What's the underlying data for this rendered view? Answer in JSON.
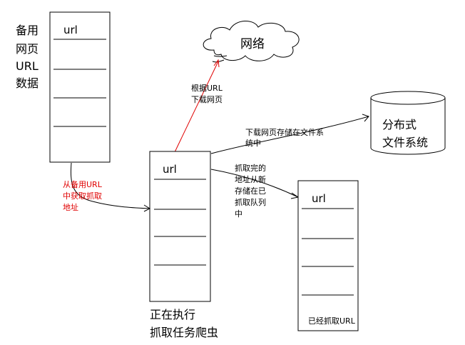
{
  "labels": {
    "backup_urls": [
      "备用",
      "网页",
      "URL",
      "数据"
    ],
    "queue_cell": "url",
    "network": "网络",
    "download_by_url": [
      "根据URL",
      "下载网页"
    ],
    "store_page": [
      "下载网页存储在文件系",
      "统中"
    ],
    "dfs": [
      "分布式",
      "文件系统"
    ],
    "fetch_from_backup": [
      "从备用URL",
      "中获取抓取",
      "地址"
    ],
    "move_done": [
      "抓取完的",
      "地址从新",
      "存储在已",
      "抓取队列",
      "中"
    ],
    "running_crawler": [
      "正在执行",
      "抓取任务爬虫"
    ],
    "crawled_urls": "已经抓取URL"
  },
  "colors": {
    "red": "#e00000",
    "line": "#000000"
  }
}
